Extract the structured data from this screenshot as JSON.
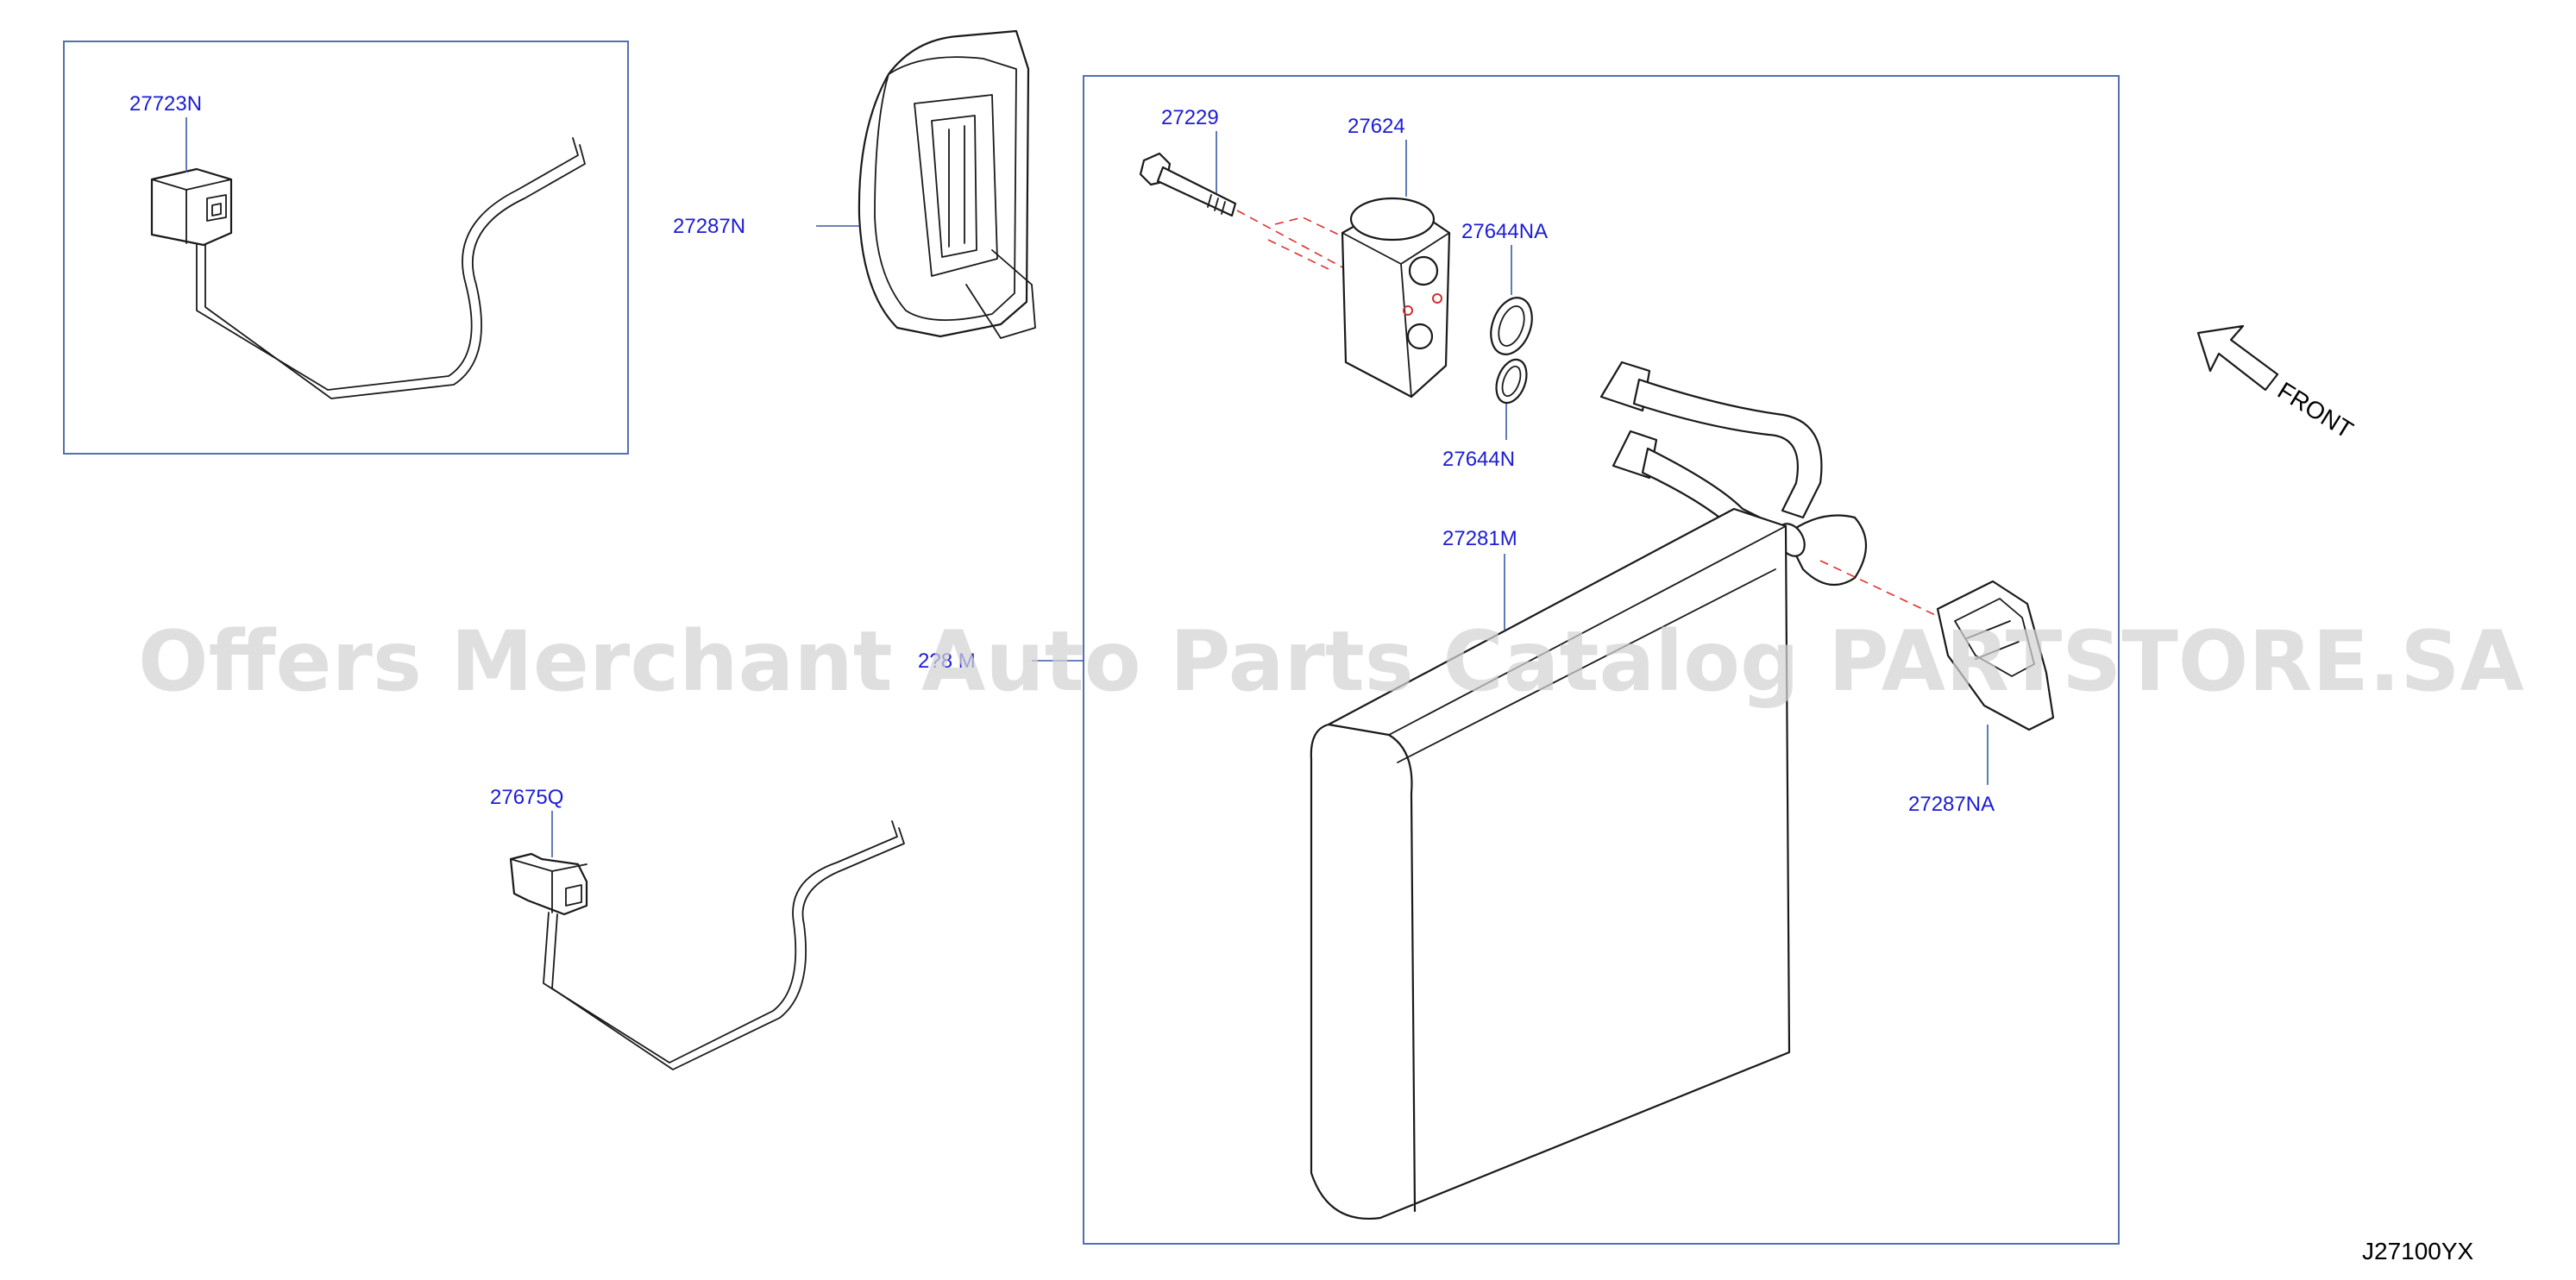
{
  "diagram_code": "J27100YX",
  "front_label": "FRONT",
  "watermark": "Offers Merchant Auto Parts Catalog PARTSTORE.SA",
  "part_numbers": {
    "sensor_top_left": "27723N",
    "seal_upper": "27287N",
    "bolt": "27229",
    "expansion_valve": "27624",
    "oring_large": "27644NA",
    "oring_small": "27644N",
    "evaporator": "27281M",
    "evaporator_assembly": "2?8 M",
    "seal_pipe": "27287NA",
    "sensor_bottom": "27675Q"
  },
  "colors": {
    "callout_text": "#1c1cd6",
    "group_box": "#5570b0",
    "dash_line": "#e03030"
  }
}
